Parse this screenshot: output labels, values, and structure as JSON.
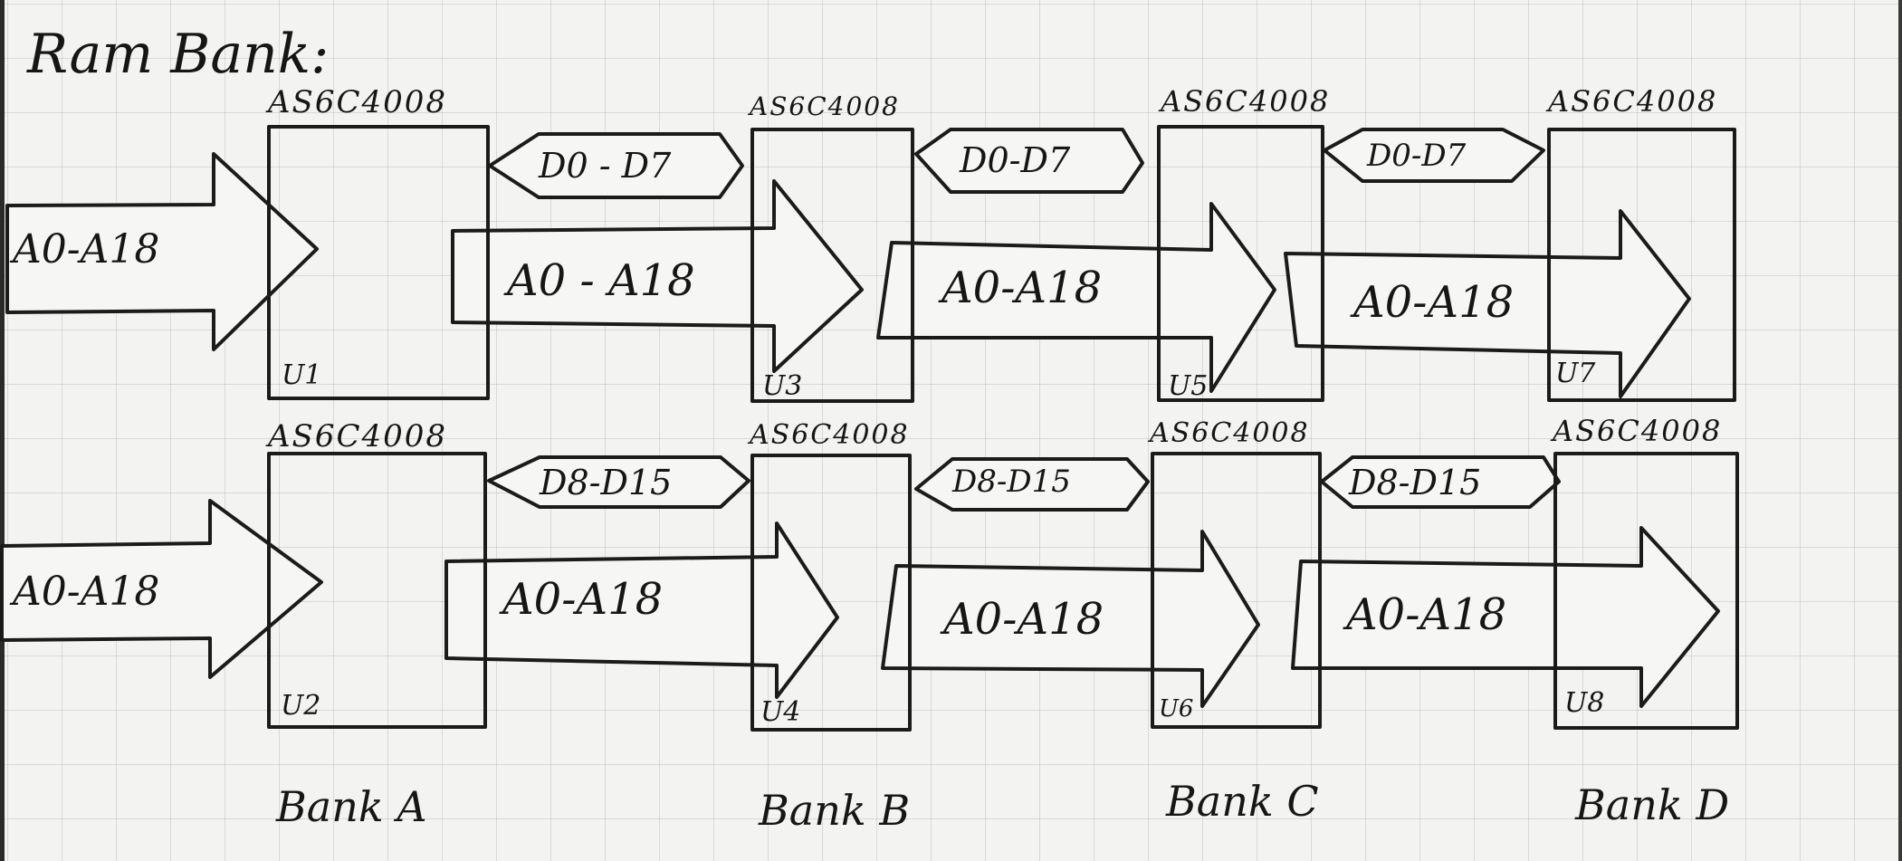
{
  "title": "Ram Bank:",
  "chips": [
    {
      "id": "U1",
      "part": "AS6C4008",
      "bank": "A",
      "row": "top"
    },
    {
      "id": "U3",
      "part": "AS6C4008",
      "bank": "B",
      "row": "top"
    },
    {
      "id": "U5",
      "part": "AS6C4008",
      "bank": "C",
      "row": "top"
    },
    {
      "id": "U7",
      "part": "AS6C4008",
      "bank": "D",
      "row": "top"
    },
    {
      "id": "U2",
      "part": "AS6C4008",
      "bank": "A",
      "row": "bottom"
    },
    {
      "id": "U4",
      "part": "AS6C4008",
      "bank": "B",
      "row": "bottom"
    },
    {
      "id": "U6",
      "part": "AS6C4008",
      "bank": "C",
      "row": "bottom"
    },
    {
      "id": "U8",
      "part": "AS6C4008",
      "bank": "D",
      "row": "bottom"
    }
  ],
  "address_buses": {
    "top": [
      "A0-A18",
      "A0 - A18",
      "A0-A18",
      "A0-A18"
    ],
    "bottom": [
      "A0-A18",
      "A0-A18",
      "A0-A18",
      "A0-A18"
    ]
  },
  "data_buses": {
    "top": [
      "D0 - D7",
      "D0-D7",
      "D0-D7"
    ],
    "bottom": [
      "D8-D15",
      "D8-D15",
      "D8-D15"
    ]
  },
  "banks": [
    "Bank A",
    "Bank B",
    "Bank C",
    "Bank D"
  ]
}
